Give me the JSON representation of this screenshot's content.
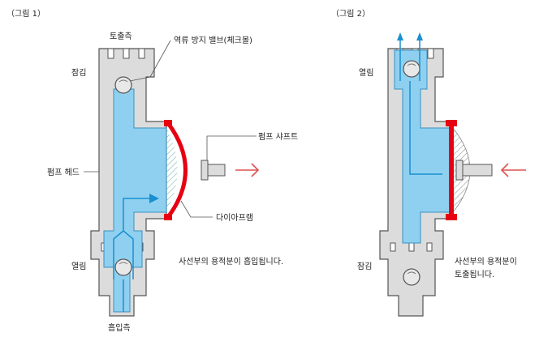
{
  "figure1": {
    "caption": "（그림 1）",
    "labels": {
      "discharge_side": "토출측",
      "check_valve": "역류 방지 밸브(체크볼)",
      "closed": "잠김",
      "pump_shaft": "펌프 샤프트",
      "pump_head": "펌프 헤드",
      "diaphragm": "다이아프램",
      "open": "열림",
      "suction_side": "흡입측",
      "description": "사선부의 용적분이 흡입됩니다."
    }
  },
  "figure2": {
    "caption": "（그림 2）",
    "labels": {
      "open": "열림",
      "closed": "잠김",
      "description_line1": "사선부의 용적분이",
      "description_line2": "토출됩니다."
    }
  },
  "colors": {
    "fluid": "#8fd0f0",
    "body": "#d8d8d8",
    "outline": "#555555",
    "diaphragm": "#e60012",
    "flow": "#1a8fd0",
    "arrow_motion": "#e05050"
  }
}
